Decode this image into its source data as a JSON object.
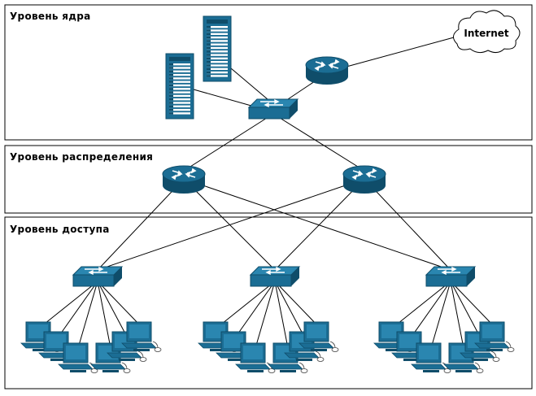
{
  "layers": {
    "core": {
      "label": "Уровень ядра"
    },
    "distribution": {
      "label": "Уровень распределения"
    },
    "access": {
      "label": "Уровень доступа"
    }
  },
  "internet": {
    "label": "Internet",
    "icon": "cloud-icon"
  },
  "devices": {
    "core_servers": [
      "server-tower-icon",
      "server-tower-icon"
    ],
    "core_router": "router-icon",
    "core_switch": "switch-icon",
    "distribution_routers": [
      "router-icon",
      "router-icon"
    ],
    "access_switches": [
      "switch-icon",
      "switch-icon",
      "switch-icon"
    ],
    "workstations_per_switch": 6
  },
  "colors": {
    "device": "#1b6d94",
    "device_dark": "#0f4d6a",
    "line": "#000000",
    "frame": "#000000"
  }
}
